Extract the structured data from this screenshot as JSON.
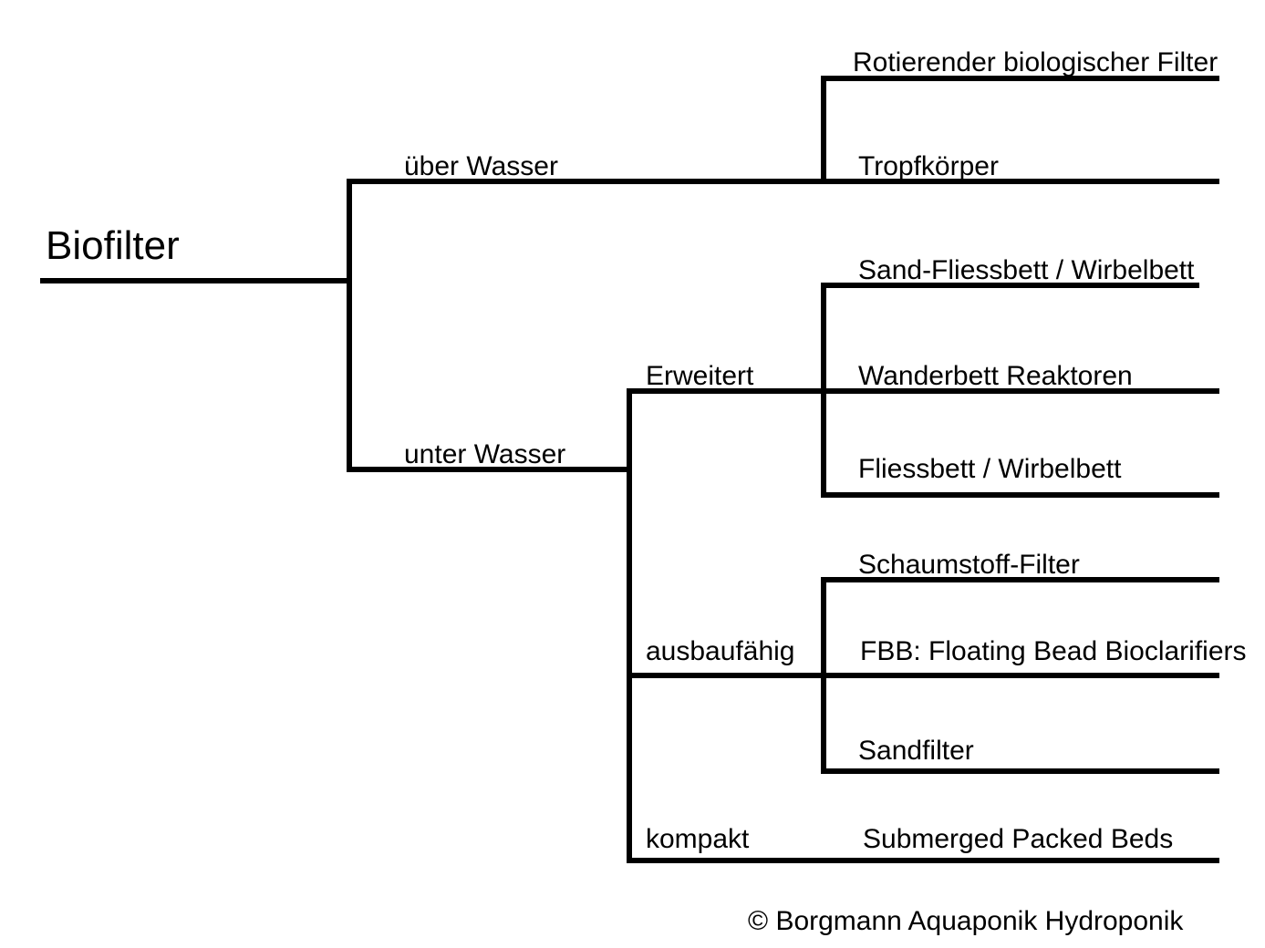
{
  "diagram": {
    "type": "tree-classification",
    "root": {
      "label": "Biofilter"
    },
    "branches": [
      {
        "id": "ueber-wasser",
        "label": "über Wasser",
        "leaves": [
          {
            "id": "rotierender-biologischer-filter",
            "label": "Rotierender biologischer Filter"
          },
          {
            "id": "tropfkoerper",
            "label": "Tropfkörper"
          }
        ]
      },
      {
        "id": "unter-wasser",
        "label": "unter Wasser",
        "groups": [
          {
            "id": "erweitert",
            "label": "Erweitert",
            "leaves": [
              {
                "id": "sand-fliessbett-wirbelbett",
                "label": "Sand-Fliessbett / Wirbelbett"
              },
              {
                "id": "wanderbett-reaktoren",
                "label": "Wanderbett Reaktoren"
              },
              {
                "id": "fliessbett-wirbelbett",
                "label": "Fliessbett / Wirbelbett"
              }
            ]
          },
          {
            "id": "ausbaufaehig",
            "label": "ausbaufähig",
            "leaves": [
              {
                "id": "schaumstoff-filter",
                "label": "Schaumstoff-Filter"
              },
              {
                "id": "fbb-floating-bead-bioclarifiers",
                "label": "FBB: Floating Bead Bioclarifiers"
              },
              {
                "id": "sandfilter",
                "label": "Sandfilter"
              }
            ]
          },
          {
            "id": "kompakt",
            "label": "kompakt",
            "leaves": [
              {
                "id": "submerged-packed-beds",
                "label": "Submerged Packed Beds"
              }
            ]
          }
        ]
      }
    ],
    "credit": "© Borgmann Aquaponik Hydroponik",
    "colors": {
      "line": "#000000",
      "text": "#000000",
      "background": "#ffffff"
    }
  }
}
